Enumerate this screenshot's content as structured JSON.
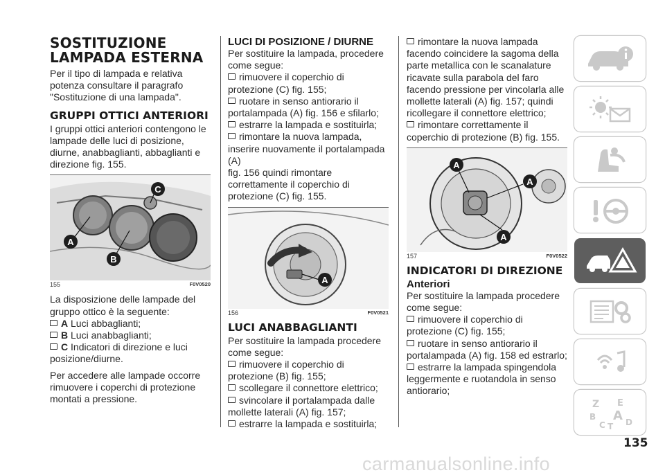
{
  "col1": {
    "title": "SOSTITUZIONE LAMPADA ESTERNA",
    "intro": "Per il tipo di lampada e relativa potenza consultare il paragrafo \"Sostituzione di una lampada\".",
    "heading": "GRUPPI OTTICI ANTERIORI",
    "para1": "I gruppi ottici anteriori contengono le lampade delle luci di posizione, diurne, anabbaglianti, abbaglianti e direzione fig. 155.",
    "figure": {
      "number": "155",
      "code": "F0V0520",
      "labels": [
        "A",
        "B",
        "C"
      ]
    },
    "para2": "La disposizione delle lampade del gruppo ottico è la seguente:",
    "list": [
      {
        "key": "A",
        "text": "Luci abbaglianti;"
      },
      {
        "key": "B",
        "text": "Luci anabbaglianti;"
      },
      {
        "key": "C",
        "text": "Indicatori di direzione e luci posizione/diurne."
      }
    ],
    "para3": "Per accedere alle lampade occorre rimuovere i coperchi di protezione montati a pressione."
  },
  "col2": {
    "heading": "LUCI DI POSIZIONE / DIURNE",
    "intro": "Per sostituire la lampada, procedere come segue:",
    "steps": [
      "rimuovere il coperchio di protezione (C) fig. 155;",
      "ruotare in senso antiorario il portalampada (A) fig. 156 e sfilarlo;",
      "estrarre la lampada e sostituirla;",
      "rimontare la nuova lampada, inserire nuovamente il portalampada (A)"
    ],
    "after": "fig. 156 quindi rimontare correttamente il coperchio di protezione (C) fig. 155.",
    "figure": {
      "number": "156",
      "code": "F0V0521",
      "labels": [
        "A"
      ]
    },
    "heading2": "LUCI ANABBAGLIANTI",
    "intro2": "Per sostituire la lampada procedere come segue:",
    "steps2": [
      "rimuovere il coperchio di protezione (B) fig. 155;",
      "scollegare il connettore elettrico;",
      "svincolare il portalampada dalle mollette laterali (A) fig. 157;",
      "estrarre la lampada e sostituirla;"
    ]
  },
  "col3": {
    "steps": [
      "rimontare la nuova lampada facendo coincidere la sagoma della parte metallica con le scanalature ricavate sulla parabola del faro facendo pressione per vincolarla alle mollette laterali (A) fig. 157; quindi ricollegare il connettore elettrico;",
      "rimontare correttamente il coperchio di protezione (B) fig. 155."
    ],
    "figure": {
      "number": "157",
      "code": "F0V0522",
      "labels": [
        "A",
        "A",
        "A"
      ]
    },
    "heading": "INDICATORI DI DIREZIONE",
    "subheading": "Anteriori",
    "intro": "Per sostituire la lampada procedere come segue:",
    "steps2": [
      "rimuovere il coperchio di protezione (C) fig. 155;",
      "ruotare in senso antiorario il portalampada (A) fig. 158 ed estrarlo;",
      "estrarre la lampada spingendola leggermente e ruotandola in senso antiorario;"
    ]
  },
  "sidebar": {
    "tabs": [
      {
        "icon": "car-info-icon"
      },
      {
        "icon": "warning-light-icon"
      },
      {
        "icon": "airbag-seat-icon"
      },
      {
        "icon": "steering-wheel-icon"
      },
      {
        "icon": "roadside-emergency-icon",
        "active": true
      },
      {
        "icon": "maintenance-icon"
      },
      {
        "icon": "multimedia-icon"
      },
      {
        "icon": "index-icon",
        "letters": [
          "Z",
          "E",
          "B",
          "A",
          "C",
          "T",
          "D"
        ]
      }
    ]
  },
  "page_number": "135",
  "watermark": "carmanualsonline.info"
}
